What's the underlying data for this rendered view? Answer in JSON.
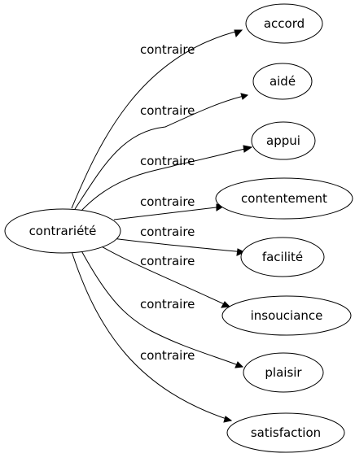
{
  "source": {
    "label": "contrariété"
  },
  "edges": [
    {
      "relation": "contraire",
      "target": "accord"
    },
    {
      "relation": "contraire",
      "target": "aidé"
    },
    {
      "relation": "contraire",
      "target": "appui"
    },
    {
      "relation": "contraire",
      "target": "contentement"
    },
    {
      "relation": "contraire",
      "target": "facilité"
    },
    {
      "relation": "contraire",
      "target": "insouciance"
    },
    {
      "relation": "contraire",
      "target": "plaisir"
    },
    {
      "relation": "contraire",
      "target": "satisfaction"
    }
  ]
}
